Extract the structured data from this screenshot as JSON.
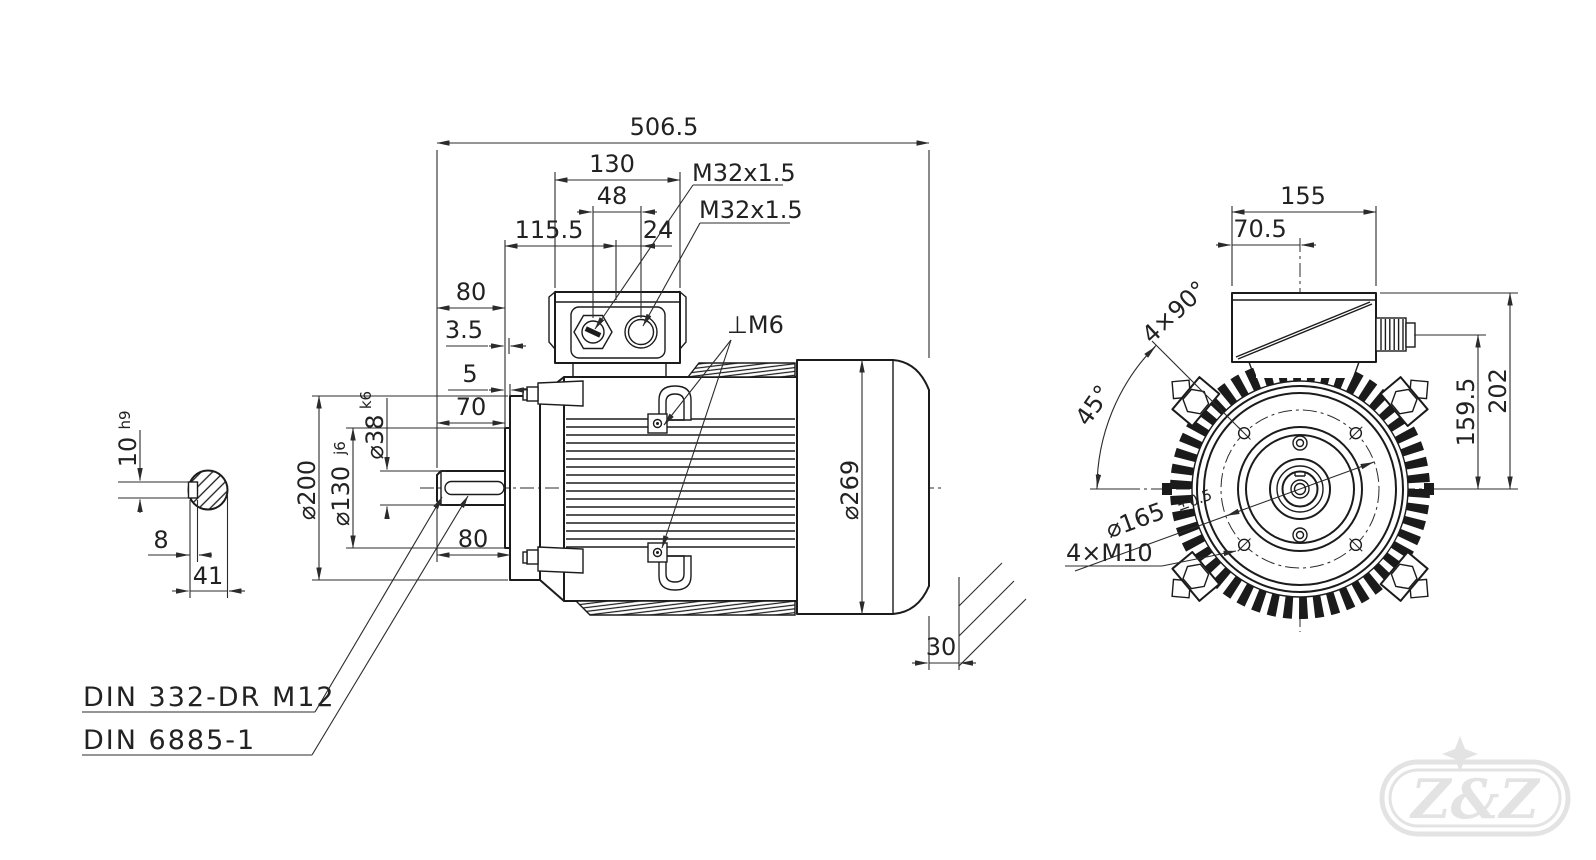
{
  "colors": {
    "line": "#1b1b1b",
    "dim": "#2b2b2b",
    "watermark": "#e3e3e3"
  },
  "side_view": {
    "overall_length": "506.5",
    "terminal_box_width": "130",
    "gland_spacing": "48",
    "box_center_offset": "115.5",
    "gland_to_center": "24",
    "gland_top_label": "M32x1.5",
    "gland_bottom_label": "M32x1.5",
    "shaft_clearance": "80",
    "flange_step": "3.5",
    "spigot_projection": "5",
    "shaft_length": "70",
    "shaft_diameter": "⌀38",
    "shaft_diameter_tol": "k6",
    "flange_diameter": "⌀200",
    "spigot_diameter": "⌀130",
    "spigot_diameter_tol": "j6",
    "keyway_length": "80",
    "frame_diameter": "⌀269",
    "tap_note": "⊥M6",
    "wall_clearance": "30"
  },
  "section_detail": {
    "keyway_width": "10",
    "keyway_width_tol": "h9",
    "keyway_depth": "8",
    "shaft_key_height": "41"
  },
  "end_view": {
    "box_width": "155",
    "box_center_offset": "70.5",
    "box_top_height": "202",
    "gland_height": "159.5",
    "hole_spacing": "4×90°",
    "hole_angle": "45°",
    "bolt_circle": "⌀165",
    "bolt_circle_tol": "±0.5",
    "mounting_holes": "4×M10"
  },
  "notes": {
    "center_hole": "DIN 332-DR M12",
    "key_standard": "DIN 6885-1"
  },
  "watermark_text": "Z&Z"
}
